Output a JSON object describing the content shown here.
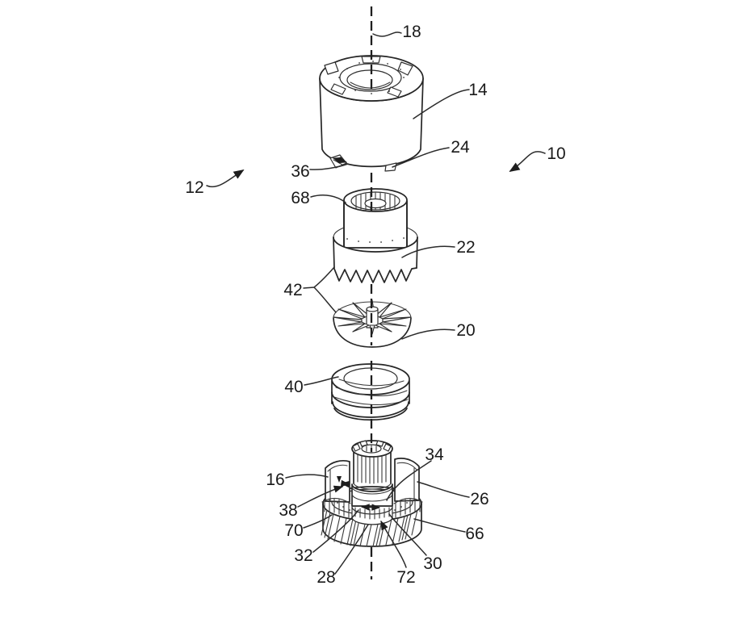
{
  "figure": {
    "background": "#ffffff",
    "ink_color": "#262626",
    "shade_color": "#e3e3e3"
  },
  "labels": {
    "n10": "10",
    "n12": "12",
    "n14": "14",
    "n16": "16",
    "n18": "18",
    "n20": "20",
    "n22": "22",
    "n24": "24",
    "n26": "26",
    "n28": "28",
    "n30": "30",
    "n32": "32",
    "n34": "34",
    "n36": "36",
    "n38": "38",
    "n40": "40",
    "n42": "42",
    "n66": "66",
    "n68": "68",
    "n70": "70",
    "n72": "72"
  }
}
